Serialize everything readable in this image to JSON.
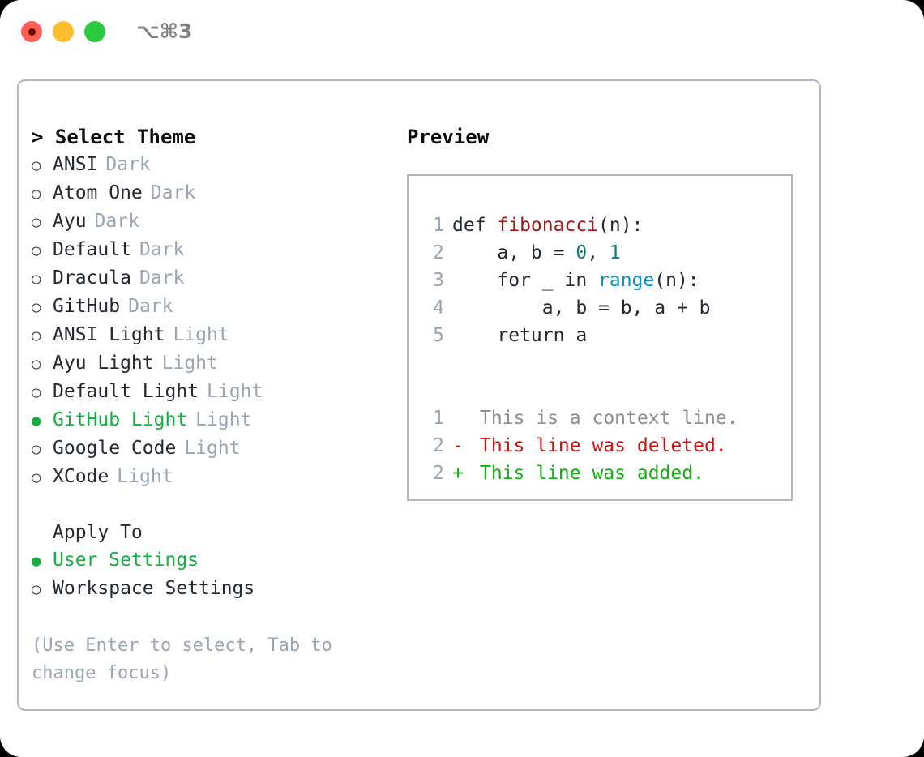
{
  "titlebar": {
    "shortcut": "⌥⌘3",
    "buttons": [
      "close",
      "minimize",
      "maximize"
    ]
  },
  "theme_picker": {
    "header": "> Select Theme",
    "items": [
      {
        "marker": "○",
        "name": "ANSI",
        "tag": "Dark",
        "selected": false
      },
      {
        "marker": "○",
        "name": "Atom One",
        "tag": "Dark",
        "selected": false
      },
      {
        "marker": "○",
        "name": "Ayu",
        "tag": "Dark",
        "selected": false
      },
      {
        "marker": "○",
        "name": "Default",
        "tag": "Dark",
        "selected": false
      },
      {
        "marker": "○",
        "name": "Dracula",
        "tag": "Dark",
        "selected": false
      },
      {
        "marker": "○",
        "name": "GitHub",
        "tag": "Dark",
        "selected": false
      },
      {
        "marker": "○",
        "name": "ANSI Light",
        "tag": "Light",
        "selected": false
      },
      {
        "marker": "○",
        "name": "Ayu Light",
        "tag": "Light",
        "selected": false
      },
      {
        "marker": "○",
        "name": "Default Light",
        "tag": "Light",
        "selected": false
      },
      {
        "marker": "●",
        "name": "GitHub Light",
        "tag": "Light",
        "selected": true
      },
      {
        "marker": "○",
        "name": "Google Code",
        "tag": "Light",
        "selected": false
      },
      {
        "marker": "○",
        "name": "XCode",
        "tag": "Light",
        "selected": false
      }
    ]
  },
  "apply_to": {
    "title": "Apply To",
    "items": [
      {
        "marker": "●",
        "name": "User Settings",
        "selected": true
      },
      {
        "marker": "○",
        "name": "Workspace Settings",
        "selected": false
      }
    ]
  },
  "hint": "(Use Enter to select, Tab to change focus)",
  "preview": {
    "title": "Preview",
    "code_lines": [
      {
        "lineno": "1",
        "segments": [
          {
            "text": "def ",
            "cls": "tok-def"
          },
          {
            "text": "fibonacci",
            "cls": "tok-fn"
          },
          {
            "text": "(n):",
            "cls": "tok-def"
          }
        ]
      },
      {
        "lineno": "2",
        "segments": [
          {
            "text": "    a, b = ",
            "cls": "tok-def"
          },
          {
            "text": "0",
            "cls": "tok-num"
          },
          {
            "text": ", ",
            "cls": "tok-def"
          },
          {
            "text": "1",
            "cls": "tok-num"
          }
        ]
      },
      {
        "lineno": "3",
        "segments": [
          {
            "text": "    for _ in ",
            "cls": "tok-def"
          },
          {
            "text": "range",
            "cls": "tok-call"
          },
          {
            "text": "(n):",
            "cls": "tok-def"
          }
        ]
      },
      {
        "lineno": "4",
        "segments": [
          {
            "text": "        a, b = b, a + b",
            "cls": "tok-def"
          }
        ]
      },
      {
        "lineno": "5",
        "segments": [
          {
            "text": "    return a",
            "cls": "tok-def"
          }
        ]
      }
    ],
    "diff_lines": [
      {
        "lineno": "1",
        "sign": "",
        "text": "This is a context line.",
        "kind": "diff-ctx"
      },
      {
        "lineno": "2",
        "sign": "-",
        "text": "This line was deleted.",
        "kind": "diff-del"
      },
      {
        "lineno": "2",
        "sign": "+",
        "text": "This line was added.",
        "kind": "diff-add"
      }
    ]
  },
  "colors": {
    "accent_green": "#11b03f",
    "muted_gray": "#9aa5b1",
    "border": "#aeb7c2",
    "text": "#24292f",
    "diff_add": "#11b00f",
    "diff_del": "#cc1111",
    "fn_red": "#a31515",
    "num_teal": "#0b7d76",
    "call_blue": "#0a8fc2",
    "light_red": "#fd5f57",
    "light_yellow": "#fcbe2f",
    "light_green": "#2bc940"
  }
}
